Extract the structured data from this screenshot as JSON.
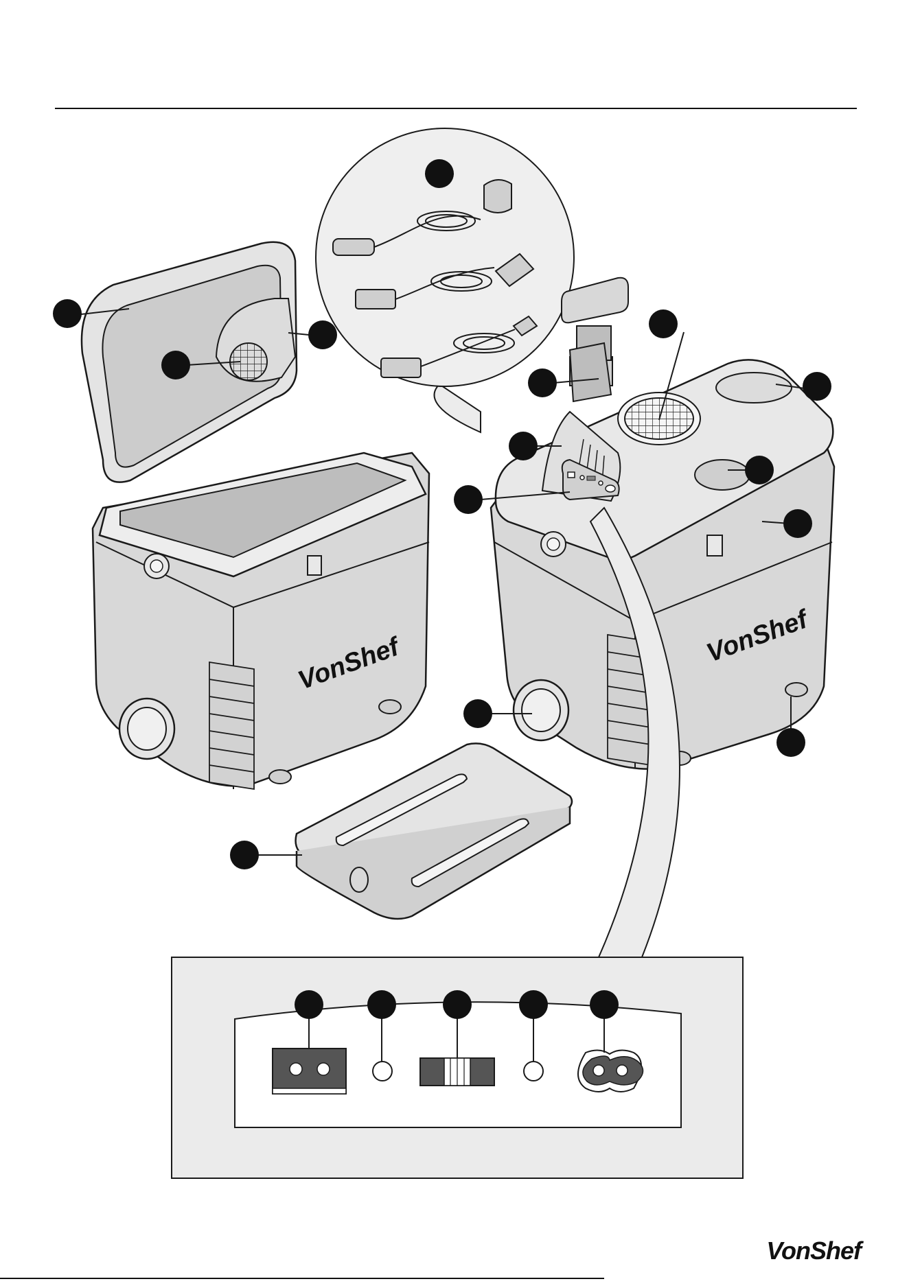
{
  "brand": {
    "product_logo": "VonShef",
    "footer_logo": "VonShef"
  },
  "callouts": {
    "count_main": 15,
    "count_panel": 5,
    "marker_color": "#111111"
  },
  "colors": {
    "body_fill": "#d8d8d8",
    "lid_fill": "#e4e4e4",
    "inner_fill": "#bdbdbd",
    "panel_bg": "#ebebeb",
    "outline": "#1a1a1a"
  }
}
